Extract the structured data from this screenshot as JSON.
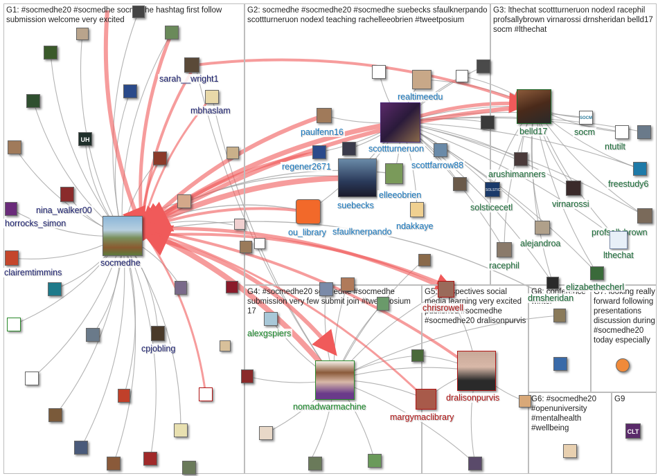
{
  "groups": [
    {
      "id": "G1",
      "text": "G1: #socmedhe20 #socmedhe socmedhe hashtag first follow submission welcome very excited"
    },
    {
      "id": "G2",
      "text": "G2: socmedhe #socmedhe20 #socmedhe suebecks sfaulknerpando scottturneruon nodexl teaching rachelleeobrien #tweetposium"
    },
    {
      "id": "G3",
      "text": "G3: lthechat scottturneruon nodexl racephil profsallybrown virnarossi drnsheridan belld17 socm #lthechat"
    },
    {
      "id": "G4",
      "text": "G4: #socmedhe20 socmedhe #socmedhe submission very few submit join #tweetposium 17"
    },
    {
      "id": "G5",
      "text": "G5: perspectives social media learning very excited published #socmedhe #socmedhe20 dralisonpurvis"
    },
    {
      "id": "G6",
      "text": "G6: #socmedhe20 #openuniversity #mentalhealth #wellbeing"
    },
    {
      "id": "G7",
      "text": "G7: looking really forward following presentations discussion during #socmedhe20 today especially"
    },
    {
      "id": "G8",
      "text": "G8: conference winter"
    },
    {
      "id": "G9",
      "text": "G9"
    }
  ],
  "labels": {
    "socmedhe": "socmedhe",
    "sarah_wright1": "sarah__wright1",
    "mbhaslam": "mbhaslam",
    "nina_walker00": "nina_walker00",
    "horrocks_simon": "horrocks_simon",
    "clairemtimmins": "clairemtimmins",
    "cpjobling": "cpjobling",
    "paulfenn16": "paulfenn16",
    "regener2671": "regener2671",
    "scottturneruon": "scottturneruon",
    "scottfarrow88": "scottfarrow88",
    "realtimeedu": "realtimeedu",
    "suebecks": "suebecks",
    "elleeobrien": "elleeobrien",
    "ndakkaye": "ndakkaye",
    "sfaulknerpando": "sfaulknerpando",
    "ou_library": "ou_library",
    "belld17": "belld17",
    "socm": "socm",
    "ntutilt": "ntutilt",
    "arushimanners": "arushimanners",
    "freestudy6": "freestudy6",
    "virnarossi": "virnarossi",
    "solsticecetl": "solsticecetl",
    "profsallybrown": "profsallybrown",
    "alejandroa": "alejandroa",
    "racephil": "racephil",
    "lthechat": "lthechat",
    "elizabethecherl": "elizabethecherl",
    "drnsheridan": "drnsheridan",
    "alexgspiers": "alexgspiers",
    "nomadwarmachine": "nomadwarmachine",
    "chrisrowell": "chrisrowell",
    "dralisonpurvis": "dralisonpurvis",
    "margymaclibrary": "margymaclibrary"
  },
  "icons": {
    "uh_logo": "UH",
    "socm_logo": "SOCM",
    "solstice_logo": "SOLSTICE",
    "clt_logo": "CLT"
  },
  "colors": {
    "edge_gray": "#9a9a9a",
    "edge_red": "#f05a5a",
    "group_border": "#bdbdbd",
    "label_navy": "#1a1f6e",
    "label_blue": "#1a7ac0",
    "label_green": "#1a8a2a",
    "label_red": "#b01414"
  }
}
